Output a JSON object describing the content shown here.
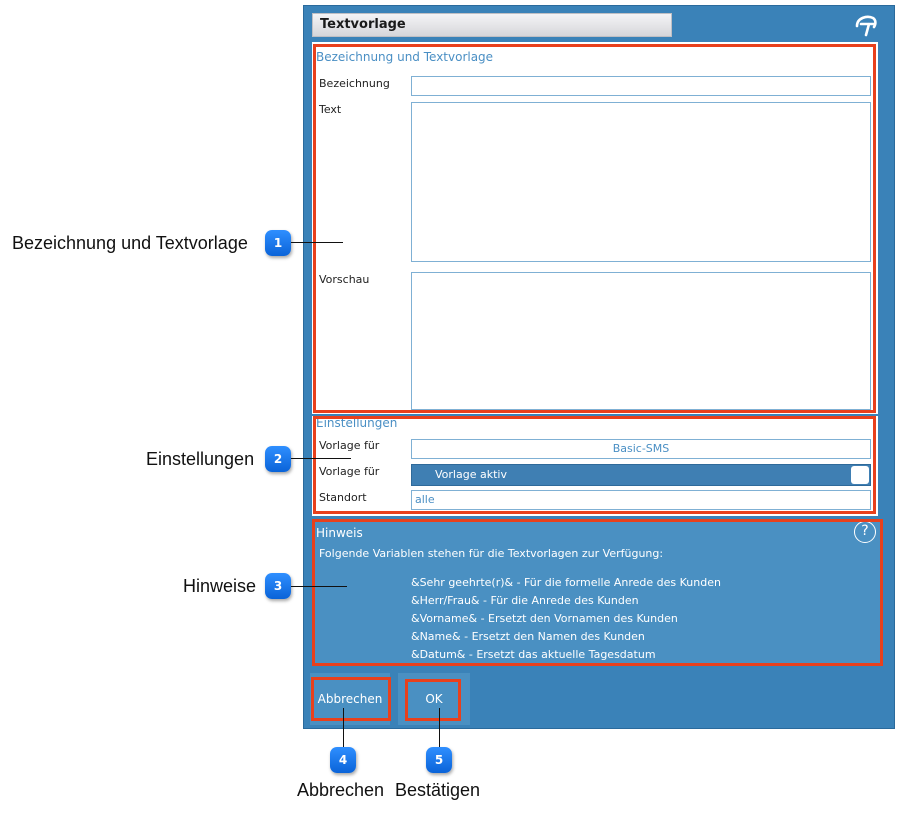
{
  "dialog": {
    "title": "Textvorlage",
    "logo_icon": "brand-logo-icon"
  },
  "section1": {
    "title": "Bezeichnung und Textvorlage",
    "bezeichnung_label": "Bezeichnung",
    "bezeichnung_value": "",
    "text_label": "Text",
    "text_value": "",
    "vorschau_label": "Vorschau",
    "vorschau_value": ""
  },
  "section2": {
    "title": "Einstellungen",
    "vorlage_label_1": "Vorlage für",
    "vorlage_value": "Basic-SMS",
    "vorlage_label_2": "Vorlage für",
    "aktiv_label": "Vorlage aktiv",
    "standort_label": "Standort",
    "standort_value": "alle"
  },
  "hint": {
    "title": "Hinweis",
    "intro": "Folgende Variablen stehen für die Textvorlagen zur Verfügung:",
    "lines": [
      "&Sehr geehrte(r)& - Für die formelle Anrede des Kunden",
      "&Herr/Frau& - Für die Anrede des Kunden",
      "&Vorname& - Ersetzt den Vornamen des Kunden",
      "&Name& - Ersetzt den Namen des Kunden",
      "&Datum& - Ersetzt das aktuelle Tagesdatum"
    ],
    "help_glyph": "?"
  },
  "buttons": {
    "cancel": "Abbrechen",
    "ok": "OK"
  },
  "callouts": [
    {
      "num": "1",
      "text": "Bezeichnung und Textvorlage"
    },
    {
      "num": "2",
      "text": "Einstellungen"
    },
    {
      "num": "3",
      "text": "Hinweise"
    },
    {
      "num": "4",
      "text": "Abbrechen"
    },
    {
      "num": "5",
      "text": "Bestätigen"
    }
  ],
  "colors": {
    "dialog_bg": "#3a82b8",
    "highlight": "#e8401c",
    "badge": "#1a78f0"
  }
}
